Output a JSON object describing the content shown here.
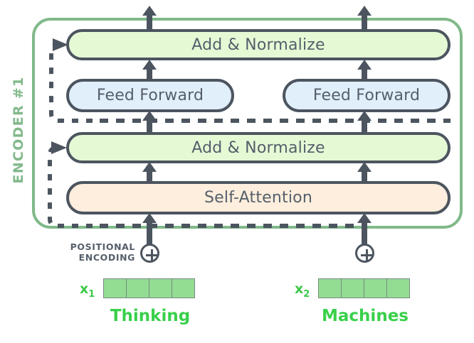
{
  "diagram": {
    "title": "Transformer Encoder #1 block diagram",
    "encoder_label": "ENCODER #1",
    "colors": {
      "encoder_border": "#81b98a",
      "outline": "#4c555f",
      "add_norm_fill": "#e6f9d5",
      "feed_forward_fill": "#e1effb",
      "self_attention_fill": "#fdeedd",
      "embedding_fill": "#93dd92",
      "token_text": "#39d04a",
      "label_text": "#555f6b"
    },
    "layers": {
      "add_normalize_top": "Add & Normalize",
      "feed_forward_left": "Feed Forward",
      "feed_forward_right": "Feed Forward",
      "add_normalize_bottom": "Add & Normalize",
      "self_attention": "Self-Attention"
    },
    "positional_encoding": {
      "line1": "POSITIONAL",
      "line2": "ENCODING",
      "operator": "plus-circle"
    },
    "inputs": [
      {
        "var": "x",
        "subscript": "1",
        "word": "Thinking",
        "cells": 4
      },
      {
        "var": "x",
        "subscript": "2",
        "word": "Machines",
        "cells": 4
      }
    ]
  }
}
